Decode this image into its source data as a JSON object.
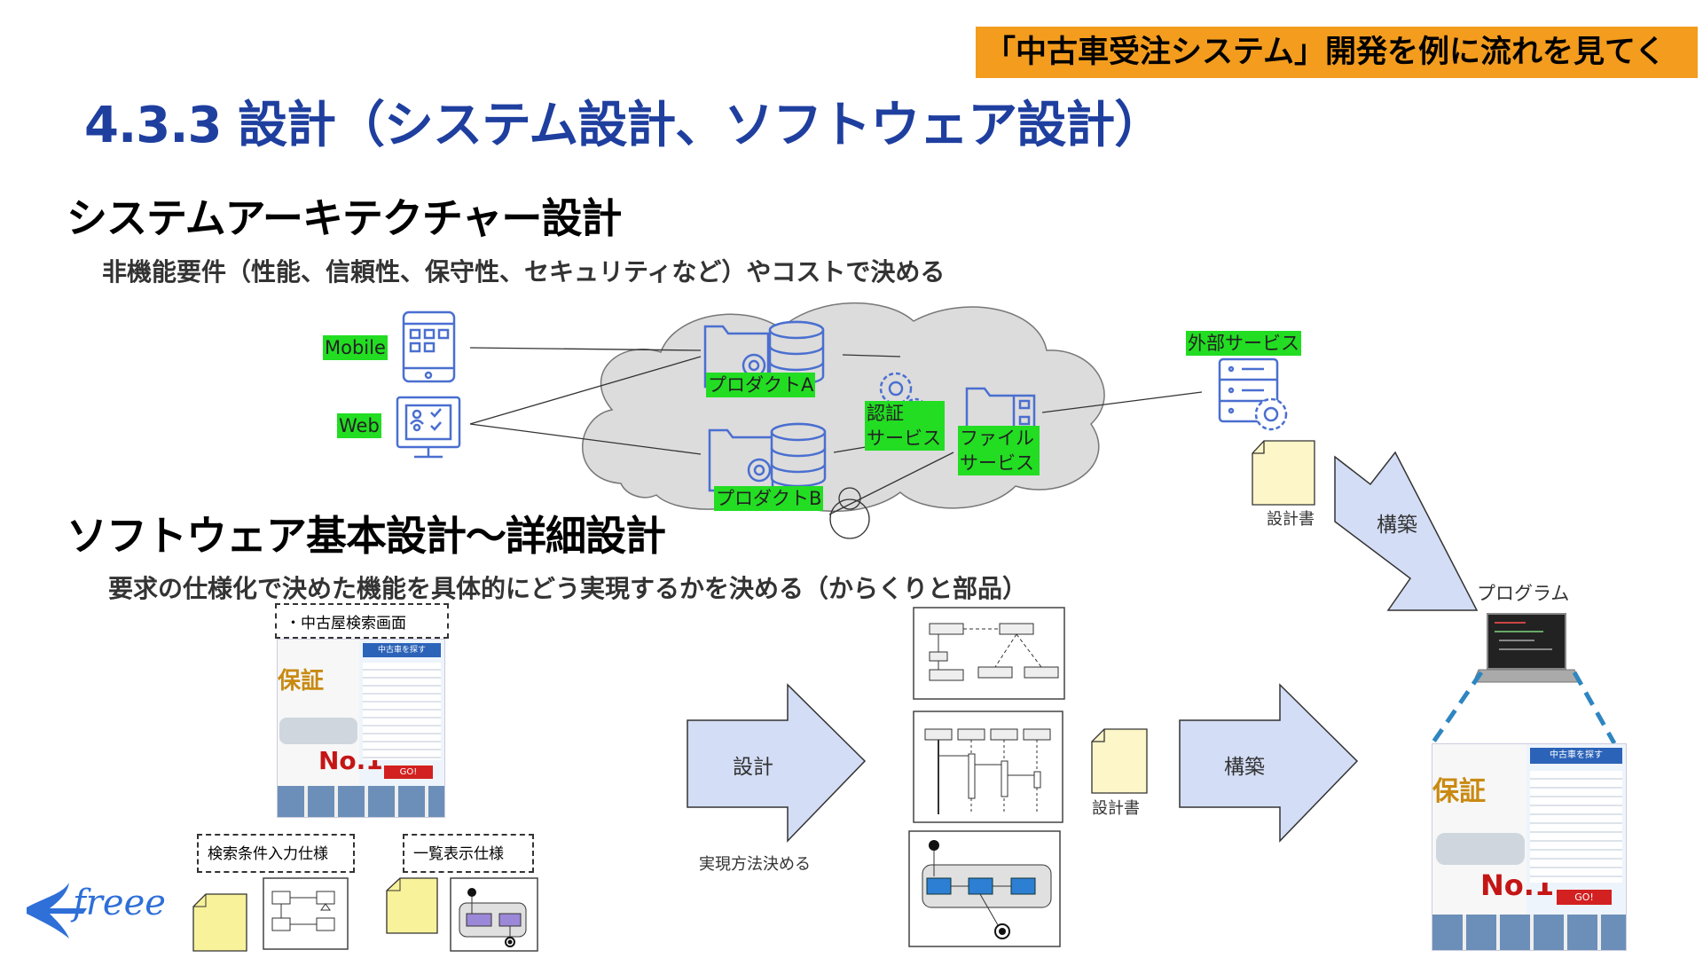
{
  "header": {
    "banner": "「中古車受注システム」開発を例に流れを見てく",
    "title": "4.3.3 設計（システム設計、ソフトウェア設計）"
  },
  "architecture": {
    "heading": "システムアーキテクチャー設計",
    "description": "非機能要件（性能、信頼性、保守性、セキュリティなど）やコストで決める",
    "labels": {
      "mobile": "Mobile",
      "web": "Web",
      "product_a": "プロダクトA",
      "product_b": "プロダクトB",
      "auth_line1": "認証",
      "auth_line2": "サービス",
      "file_line1": "ファイル",
      "file_line2": "サービス",
      "external": "外部サービス",
      "design_doc": "設計書",
      "build": "構築",
      "program": "プログラム"
    }
  },
  "software": {
    "heading": "ソフトウェア基本設計～詳細設計",
    "description": "要求の仕様化で決めた機能を具体的にどう実現するかを決める（からくりと部品）",
    "screen_label": "・中古屋検索画面",
    "search_spec": "検索条件入力仕様",
    "list_spec": "一覧表示仕様",
    "design_arrow": "設計",
    "how_label": "実現方法決める",
    "design_doc": "設計書",
    "build_arrow": "構築"
  },
  "mockup": {
    "headline": "中古車を探す",
    "big": "No.1",
    "go_button": "GO!",
    "badge": "保証"
  },
  "brand": {
    "logo": "freee"
  },
  "colors": {
    "banner": "#f39c1e",
    "title": "#1f3f9f",
    "highlight": "#22dd22",
    "arrow_fill": "#d3ddf5",
    "icon_blue": "#4a6fd0",
    "doc_yellow": "#fdf6c8",
    "note_yellow": "#f8f29a",
    "dashed_blue": "#2e86c1"
  }
}
